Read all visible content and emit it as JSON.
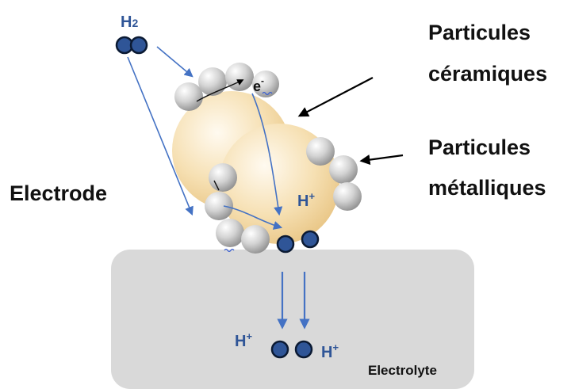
{
  "labels": {
    "ceramic_line1": "Particules",
    "ceramic_line2": "céramiques",
    "metallic_line1": "Particules",
    "metallic_line2": "métalliques",
    "electrode": "Electrode",
    "electrolyte": "Electrolyte",
    "h2_base": "H",
    "h2_sub": "2",
    "electron_base": "e",
    "electron_sup": "-",
    "proton_base": "H",
    "proton_sup": "+"
  },
  "colors": {
    "ceramic_particle": "#f3d9a6",
    "metal_particle": "#c6c6c6",
    "electrolyte": "#d9d9d9",
    "molecule_fill": "#2f5597",
    "molecule_outline": "#0b1a33",
    "arrow_blue": "#4472c4",
    "text_blue": "#2f5597",
    "pointer_black": "#000000"
  },
  "icons": {
    "molecule": "h2-molecule-icon",
    "proton": "proton-dot-icon",
    "particle": "sphere-icon",
    "arrow": "arrow-icon"
  }
}
